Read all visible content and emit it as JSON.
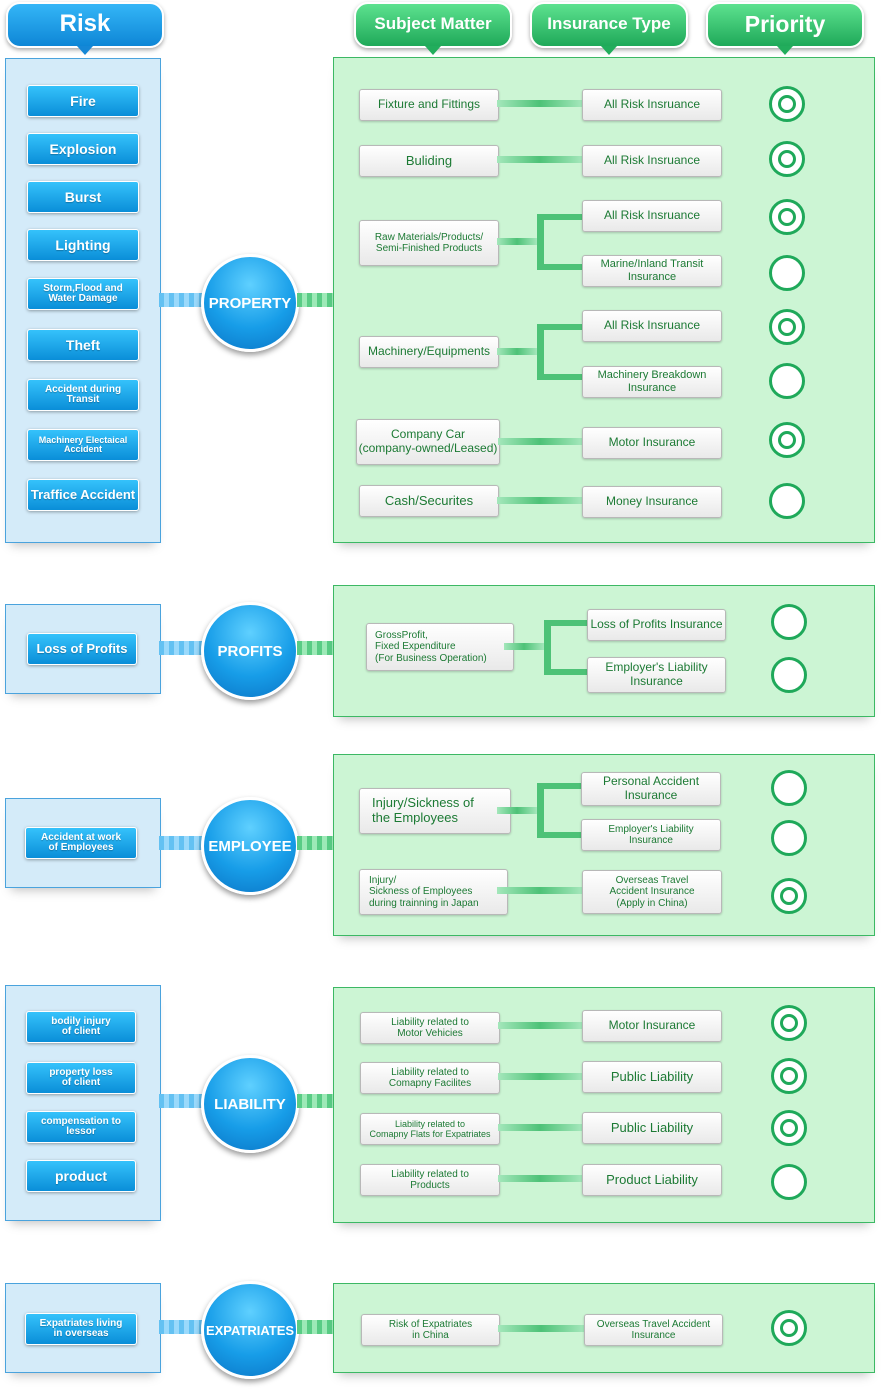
{
  "headers": {
    "risk": "Risk",
    "subject_matter": "Subject Matter",
    "insurance_type": "Insurance Type",
    "priority": "Priority"
  },
  "colors": {
    "blue_accent": "#1a9ce6",
    "green_accent": "#1fa95a",
    "green_panel": "#ccf5d4",
    "blue_panel": "#d4ebf9"
  },
  "sections": {
    "property": {
      "label": "PROPERTY",
      "risks": [
        "Fire",
        "Explosion",
        "Burst",
        "Lighting",
        "Storm,Flood and\nWater Damage",
        "Theft",
        "Accident during\nTransit",
        "Machinery Electaical\nAccident",
        "Traffice Accident"
      ],
      "subjects": [
        "Fixture and Fittings",
        "Buliding",
        "Raw Materials/Products/\nSemi-Finished Products",
        "Machinery/Equipments",
        "Company Car\n(company-owned/Leased)",
        "Cash/Securites"
      ],
      "insurances": [
        "All Risk Insruance",
        "All Risk Insruance",
        "All Risk Insruance",
        "Marine/Inland Transit\nInsurance",
        "All Risk Insruance",
        "Machinery Breakdown\nInsurance",
        "Motor Insurance",
        "Money Insurance"
      ],
      "priority_high": [
        true,
        true,
        true,
        false,
        true,
        false,
        true,
        false
      ]
    },
    "profits": {
      "label": "PROFITS",
      "risks": [
        "Loss of Profits"
      ],
      "subjects": [
        "GrossProfit,\nFixed Expenditure\n(For Business Operation)"
      ],
      "insurances": [
        "Loss of Profits Insurance",
        "Employer's Liability\nInsurance"
      ],
      "priority_high": [
        false,
        false
      ]
    },
    "employee": {
      "label": "EMPLOYEE",
      "risks": [
        "Accident at work\nof  Employees"
      ],
      "subjects": [
        "Injury/Sickness of\nthe Employees",
        "Injury/\nSickness of Employees\nduring trainning in Japan"
      ],
      "insurances": [
        "Personal Accident\nInsurance",
        "Employer's Liability\nInsurance",
        "Overseas Travel\nAccident Insurance\n(Apply in China)"
      ],
      "priority_high": [
        false,
        false,
        true
      ]
    },
    "liability": {
      "label": "LIABILITY",
      "risks": [
        "bodily injury\nof client",
        "property loss\nof client",
        "compensation to\nlessor",
        "product"
      ],
      "subjects": [
        "Liability related to\nMotor Vehicies",
        "Liability related to\nComapny Facilites",
        "Liability related to\nComapny Flats for Expatriates",
        "Liability related to\nProducts"
      ],
      "insurances": [
        "Motor Insurance",
        "Public Liability",
        "Public Liability",
        "Product Liability"
      ],
      "priority_high": [
        true,
        true,
        true,
        false
      ]
    },
    "expatriates": {
      "label": "EXPATRIATES",
      "risks": [
        "Expatriates living\nin overseas"
      ],
      "subjects": [
        "Risk of Expatriates\nin China"
      ],
      "insurances": [
        "Overseas Travel Accident\nInsurance"
      ],
      "priority_high": [
        true
      ]
    }
  }
}
